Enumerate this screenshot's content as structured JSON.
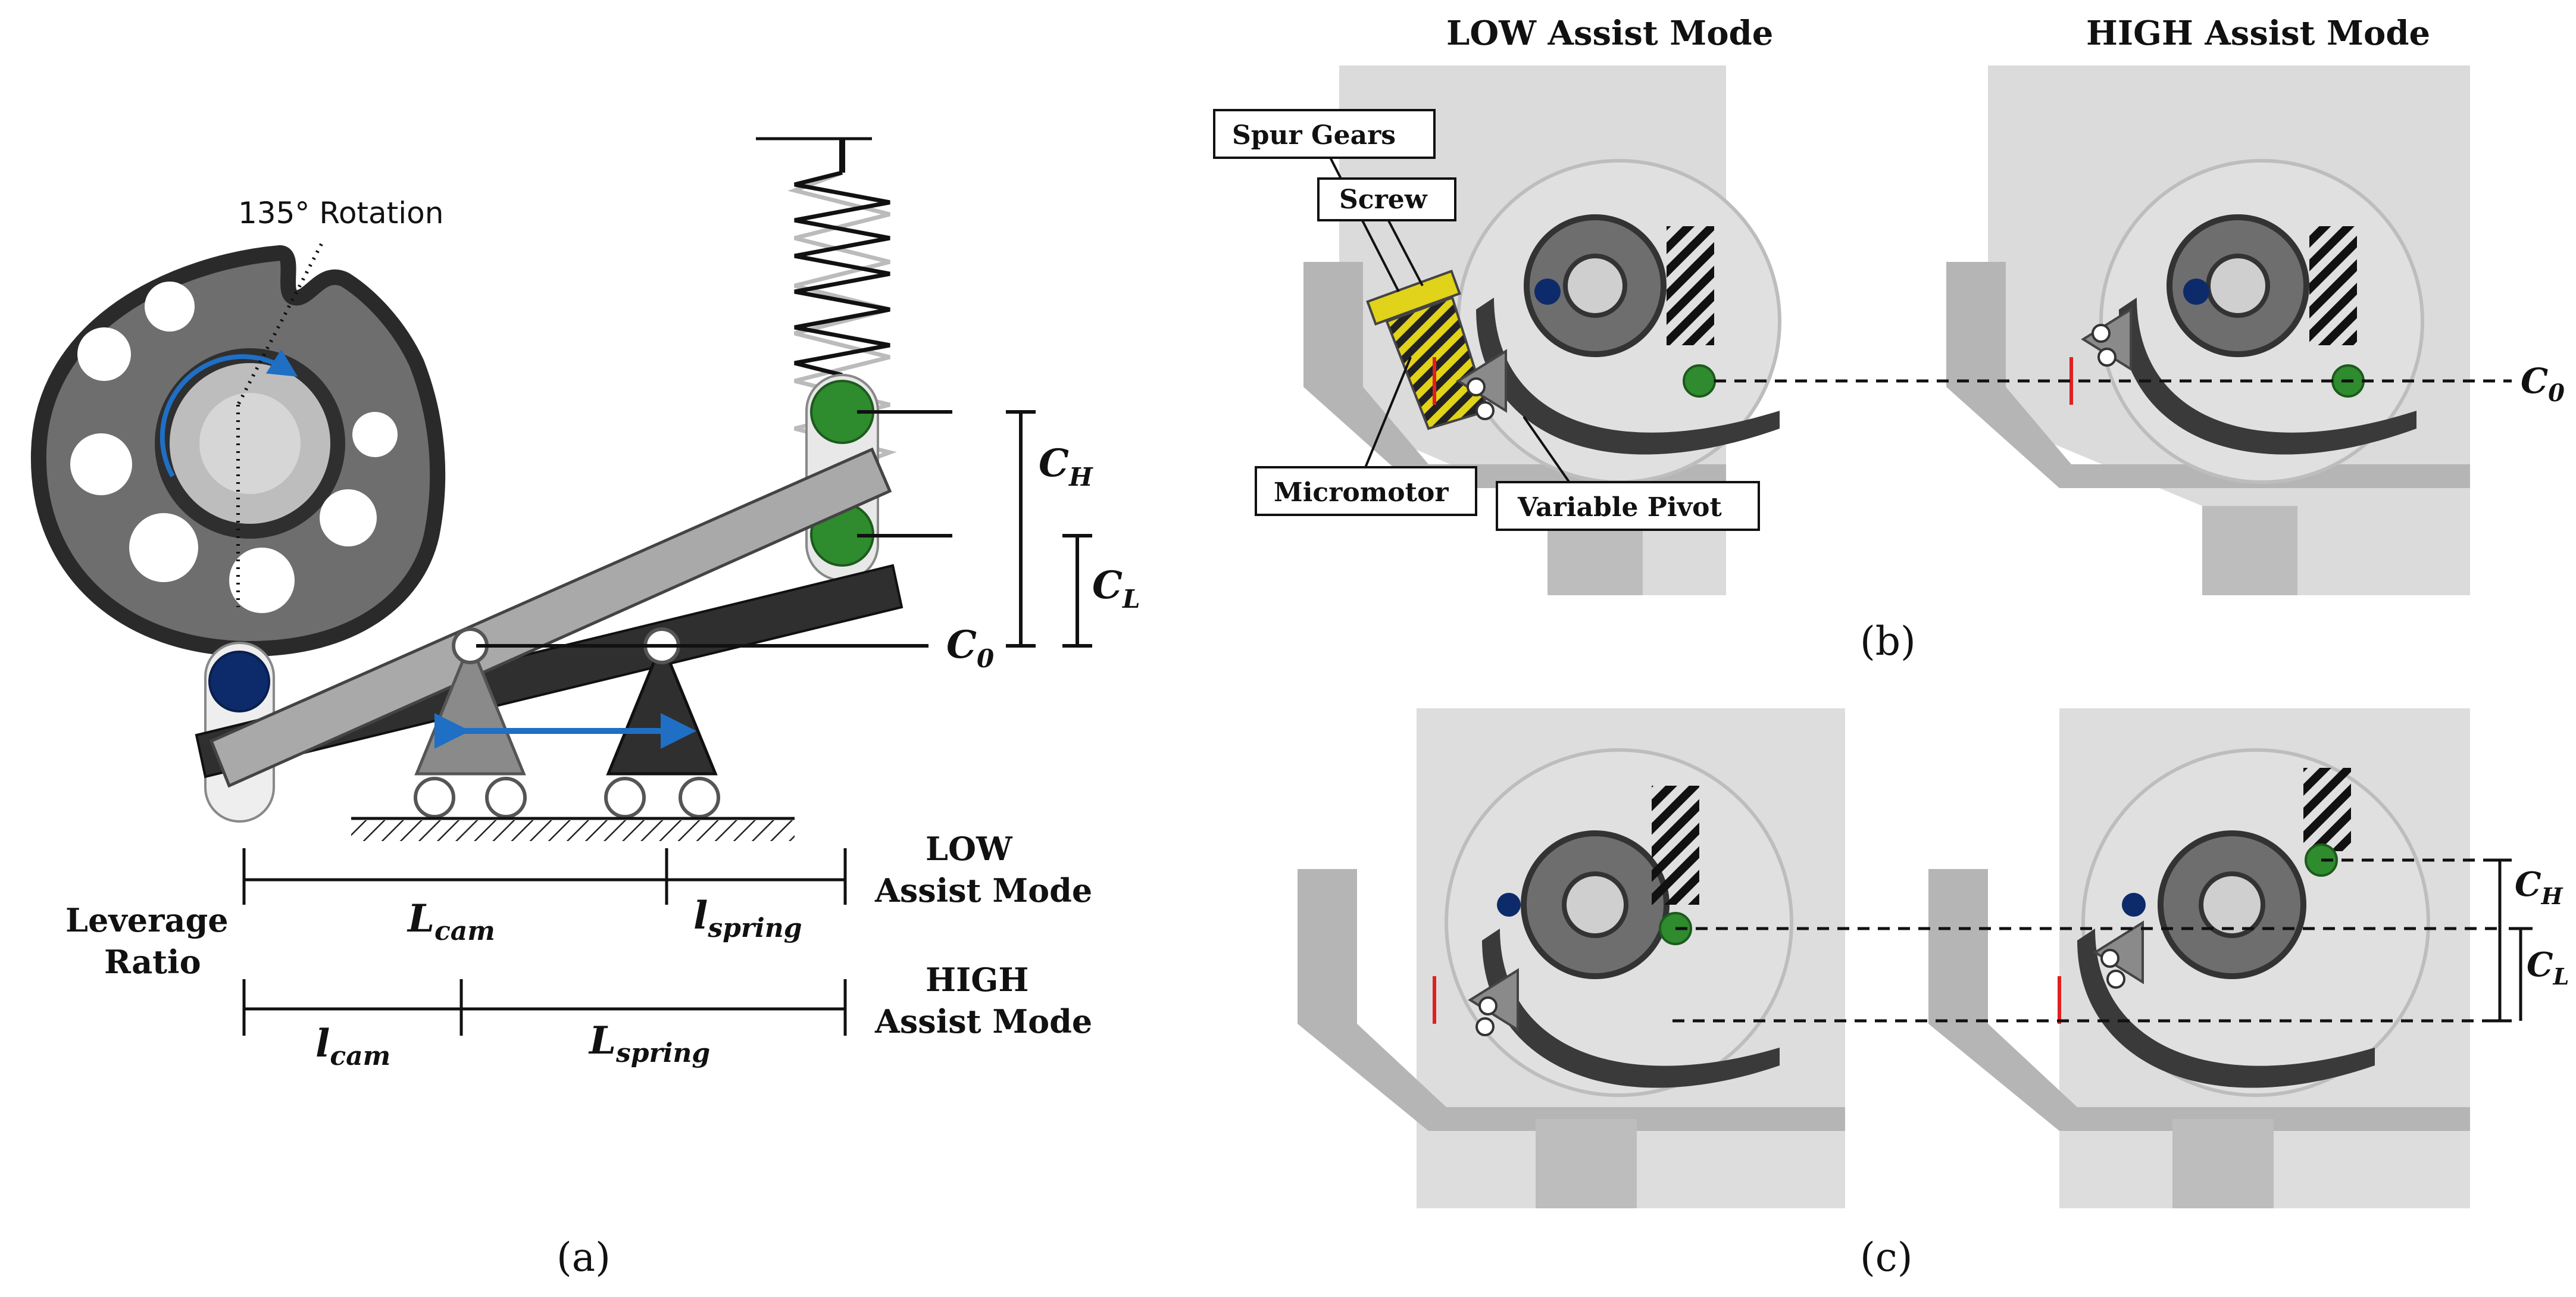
{
  "panel_a": {
    "caption": "(a)",
    "rotation_label": "135° Rotation",
    "c_h": "C",
    "c_h_sub": "H",
    "c_l": "C",
    "c_l_sub": "L",
    "c_0": "C",
    "c_0_sub": "0",
    "low_mode_line1": "LOW",
    "low_mode_line2": "Assist Mode",
    "high_mode_line1": "HIGH",
    "high_mode_line2": "Assist Mode",
    "leverage_line1": "Leverage",
    "leverage_line2": "Ratio",
    "L_cam": "L",
    "L_cam_sub": "cam",
    "l_spring": "l",
    "l_spring_sub": "spring",
    "l_cam": "l",
    "l_cam_sub": "cam",
    "L_spring": "L",
    "L_spring_sub": "spring"
  },
  "panel_b": {
    "caption": "(b)",
    "low_title": "LOW Assist Mode",
    "high_title": "HIGH Assist Mode",
    "spur_gears": "Spur Gears",
    "screw": "Screw",
    "micromotor": "Micromotor",
    "variable_pivot": "Variable Pivot",
    "c_0": "C",
    "c_0_sub": "0"
  },
  "panel_c": {
    "caption": "(c)",
    "c_h": "C",
    "c_h_sub": "H",
    "c_l": "C",
    "c_l_sub": "L"
  },
  "colors": {
    "cam_dark": "#3b3b3b",
    "cam_mid": "#6e6e6e",
    "lever_light": "#a9a9a9",
    "lever_dark": "#2f2f2f",
    "green": "#2e8b2e",
    "navy": "#0d2a6b",
    "arrow_blue": "#1f6fc5",
    "device_gray": "#c9c9c9",
    "gear_yellow": "#e1d21a",
    "red_marker": "#e02020"
  }
}
